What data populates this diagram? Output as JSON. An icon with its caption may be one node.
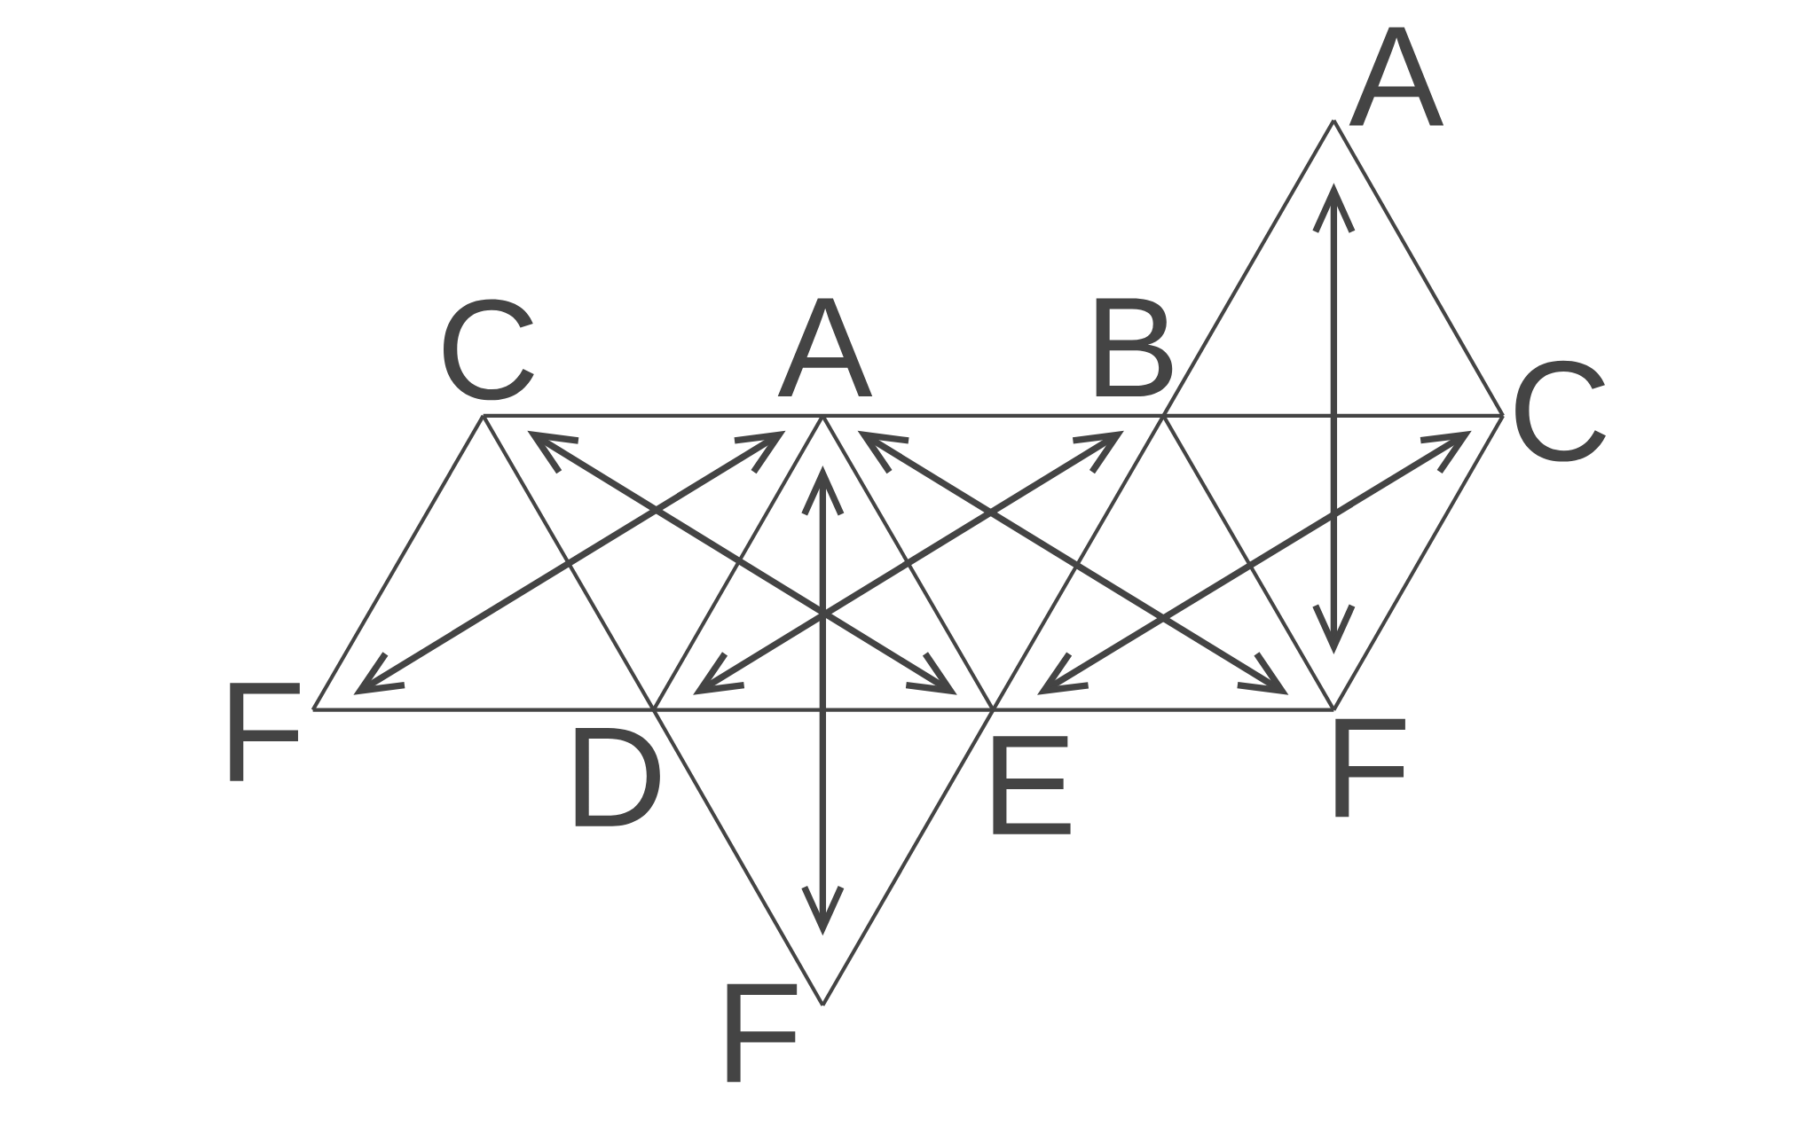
{
  "diagram": {
    "labels": [
      "A",
      "C",
      "A",
      "B",
      "C",
      "F",
      "D",
      "E",
      "F",
      "F"
    ]
  }
}
